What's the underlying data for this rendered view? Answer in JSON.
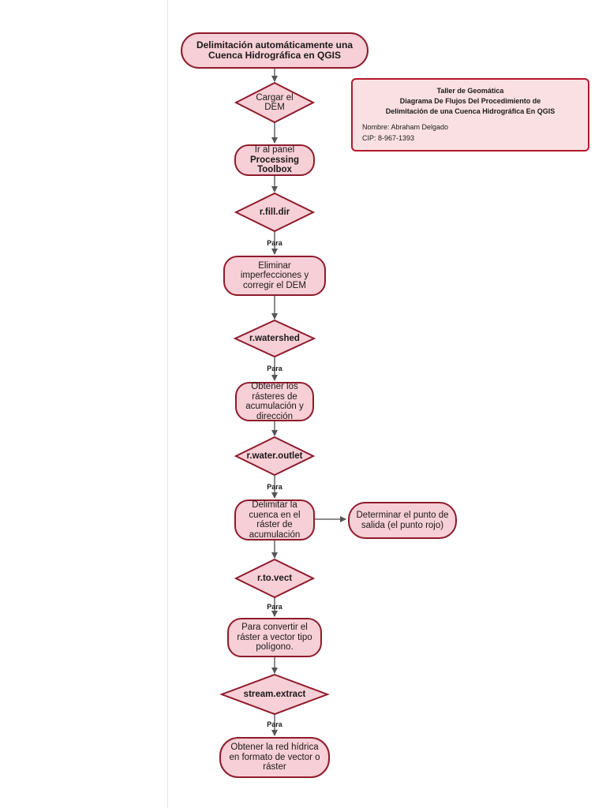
{
  "nodes": {
    "start": "Delimitación automáticamente una Cuenca Hidrográfica en QGIS",
    "load_dem": "Cargar el DEM",
    "panel_prefix": "Ir al panel",
    "panel_name": "Processing Toolbox",
    "fill_dir": "r.fill.dir",
    "fix_dem": "Eliminar imperfecciones y corregir el DEM",
    "watershed": "r.watershed",
    "rasters": "Obtener los rásteres de acumulación y dirección",
    "water_outlet": "r.water.outlet",
    "delimit": "Delimitar la cuenca en el ráster de acumulación",
    "outlet_point": "Determinar el punto de salida (el punto rojo)",
    "to_vect": "r.to.vect",
    "convert": "Para convertir el ráster a vector tipo polígono.",
    "stream_extract": "stream.extract",
    "network": "Obtener la red hídrica en formato de vector o ráster"
  },
  "edge_labels": [
    "Para",
    "Para",
    "Para",
    "Para",
    "Para"
  ],
  "info_box": {
    "line1": "Taller de Geomática",
    "line2": "Diagrama De Flujos Del Procedimiento de",
    "line3": "Delimitación de una Cuenca Hidrográfica En QGIS",
    "name": "Nombre: Abraham Delgado",
    "cip": "CIP: 8-967-1393"
  },
  "colors": {
    "node_fill": "#f7cfd6",
    "node_border": "#8e1b2b",
    "info_fill": "#fbe0e3",
    "info_border": "#b3182a",
    "arrow": "#555555"
  }
}
